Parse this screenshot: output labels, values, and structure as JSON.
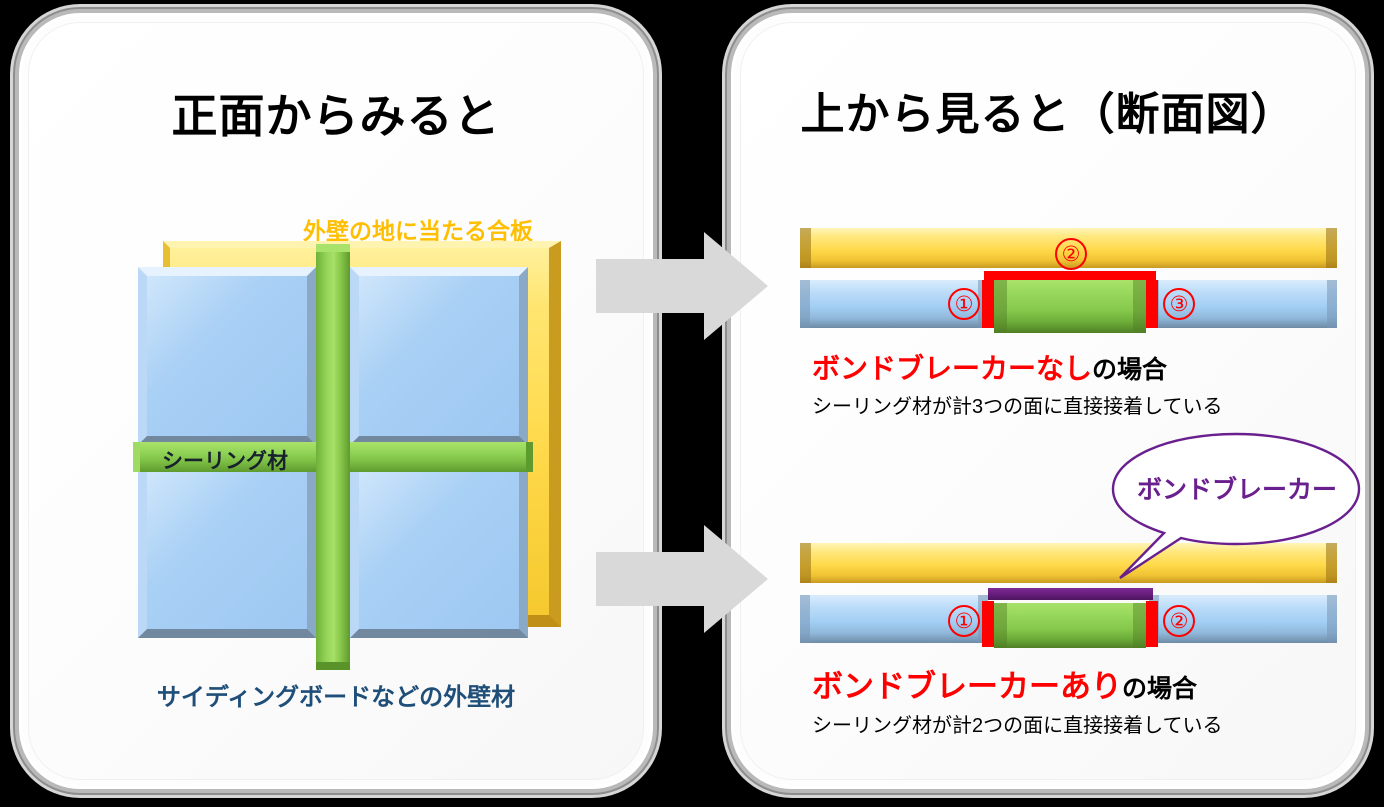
{
  "colors": {
    "plywood_yellow": "#FFD94A",
    "siding_blue": "#A6CFF5",
    "sealant_green": "#8FD255",
    "adhesion_red": "#FF0000",
    "bond_breaker_purple": "#6A1F8E",
    "label_plywood": "#FFBF00",
    "label_siding": "#1F4E79",
    "arrow_gray": "#D9D9D9",
    "panel_bg": "#FDFDFD",
    "background": "#000000"
  },
  "left_panel": {
    "title": "正面からみると",
    "labels": {
      "plywood": "外壁の地に当たる合板",
      "sealant": "シーリング材",
      "siding": "サイディングボードなどの外壁材"
    }
  },
  "right_panel": {
    "title": "上から見ると（断面図）",
    "sections": [
      {
        "id": "without-bond-breaker",
        "numbers": [
          "①",
          "②",
          "③"
        ],
        "caption_highlight": "ボンドブレーカーなし",
        "caption_rest": "の場合",
        "caption_detail": "シーリング材が計3つの面に直接接着している"
      },
      {
        "id": "with-bond-breaker",
        "numbers": [
          "①",
          "②"
        ],
        "caption_highlight": "ボンドブレーカーあり",
        "caption_rest": "の場合",
        "caption_detail": "シーリング材が計2つの面に直接接着している"
      }
    ],
    "callout": {
      "text": "ボンドブレーカー"
    }
  }
}
